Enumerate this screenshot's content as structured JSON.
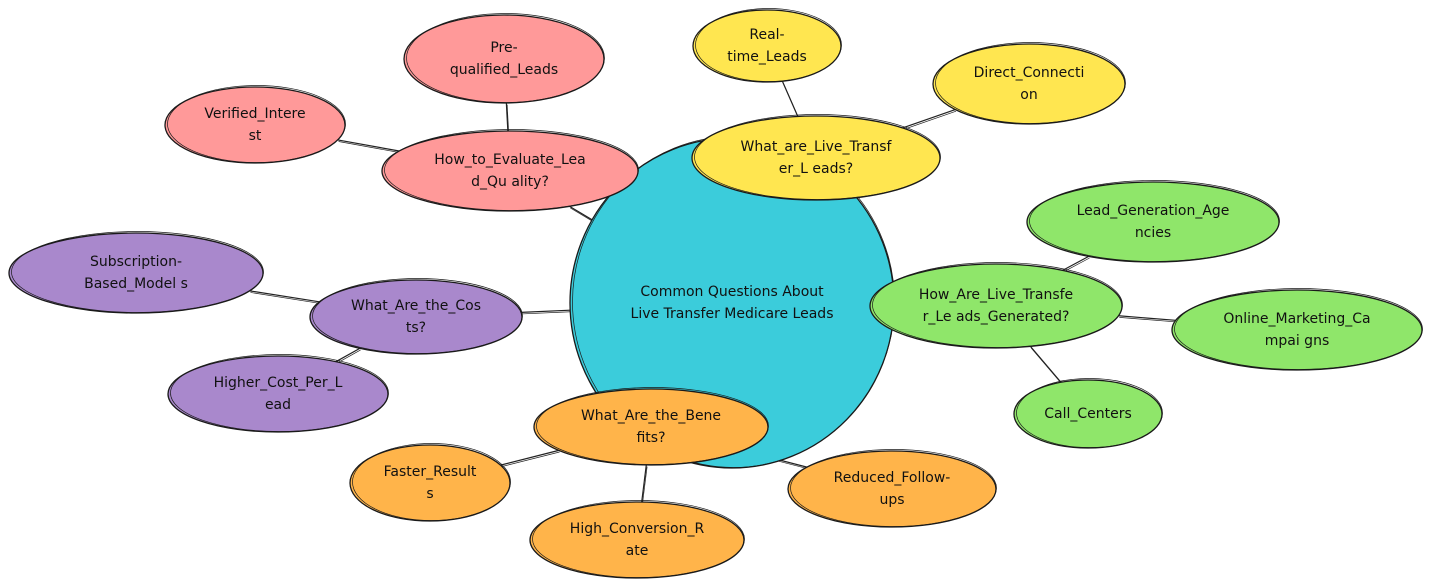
{
  "mindmap": {
    "center": {
      "label": [
        "Common Questions About",
        "Live Transfer Medicare Leads"
      ],
      "color": "#3BCCDB"
    },
    "branches": [
      {
        "id": "lead-quality",
        "label": [
          "How_to_Evaluate_Lea",
          "d_Qu ality?"
        ],
        "color": "#FF9999",
        "children": [
          {
            "label": [
              "Pre-",
              "qualified_Leads"
            ]
          },
          {
            "label": [
              "Verified_Intere",
              "st"
            ]
          }
        ]
      },
      {
        "id": "what-are",
        "label": [
          "What_are_Live_Transf",
          "er_L eads?"
        ],
        "color": "#FFE650",
        "children": [
          {
            "label": [
              "Real-",
              "time_Leads"
            ]
          },
          {
            "label": [
              "Direct_Connecti",
              "on"
            ]
          }
        ]
      },
      {
        "id": "generated",
        "label": [
          "How_Are_Live_Transfe",
          "r_Le ads_Generated?"
        ],
        "color": "#8FE66A",
        "children": [
          {
            "label": [
              "Lead_Generation_Age",
              "ncies"
            ]
          },
          {
            "label": [
              "Online_Marketing_Ca",
              "mpai gns"
            ]
          },
          {
            "label": [
              "Call_Centers"
            ]
          }
        ]
      },
      {
        "id": "benefits",
        "label": [
          "What_Are_the_Bene",
          "fits?"
        ],
        "color": "#FFB44A",
        "children": [
          {
            "label": [
              "Reduced_Follow-",
              "ups"
            ]
          },
          {
            "label": [
              "High_Conversion_R",
              "ate"
            ]
          },
          {
            "label": [
              "Faster_Result",
              "s"
            ]
          }
        ]
      },
      {
        "id": "costs",
        "label": [
          "What_Are_the_Cos",
          "ts?"
        ],
        "color": "#A988CC",
        "children": [
          {
            "label": [
              "Subscription-",
              "Based_Model s"
            ]
          },
          {
            "label": [
              "Higher_Cost_Per_L",
              "ead"
            ]
          }
        ]
      }
    ]
  }
}
